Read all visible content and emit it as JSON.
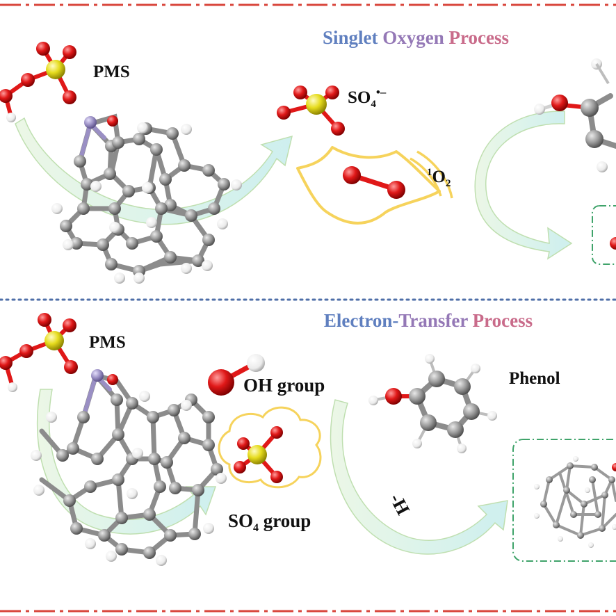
{
  "colors": {
    "border_red": "#d8453b",
    "divider_blue": "#4f6fa8",
    "title_blue": "#5f7fbf",
    "title_purple": "#9478b6",
    "title_pink": "#c96b8a",
    "carbon": "#8c8c8c",
    "hydrogen": "#f2f2f2",
    "oxygen": "#e01818",
    "sulfur": "#e6dc1e",
    "nitrogen": "#9a8fc4",
    "arrow_fill": "#d9f1ef",
    "arrow_edge": "#b9dca8",
    "star_yellow": "#f6d35c",
    "box_green": "#3fa36a"
  },
  "top": {
    "title": {
      "w1": "Singlet",
      "w2": "Oxygen",
      "w3": "Process"
    },
    "pms_label": "PMS",
    "radical_label": {
      "base": "SO",
      "sub": "4",
      "sup": "•–"
    },
    "singlet_label": {
      "sup": "1",
      "base": "O",
      "sub": "2"
    }
  },
  "bottom": {
    "title": {
      "w1": "Electron-",
      "w2": "Transfer",
      "w3": "Process"
    },
    "pms_label": "PMS",
    "oh_label": "OH group",
    "phenol_label": "Phenol",
    "so4_label": {
      "base": "SO",
      "sub": "4",
      "rest": " group"
    },
    "minus_h_label": "-H"
  }
}
